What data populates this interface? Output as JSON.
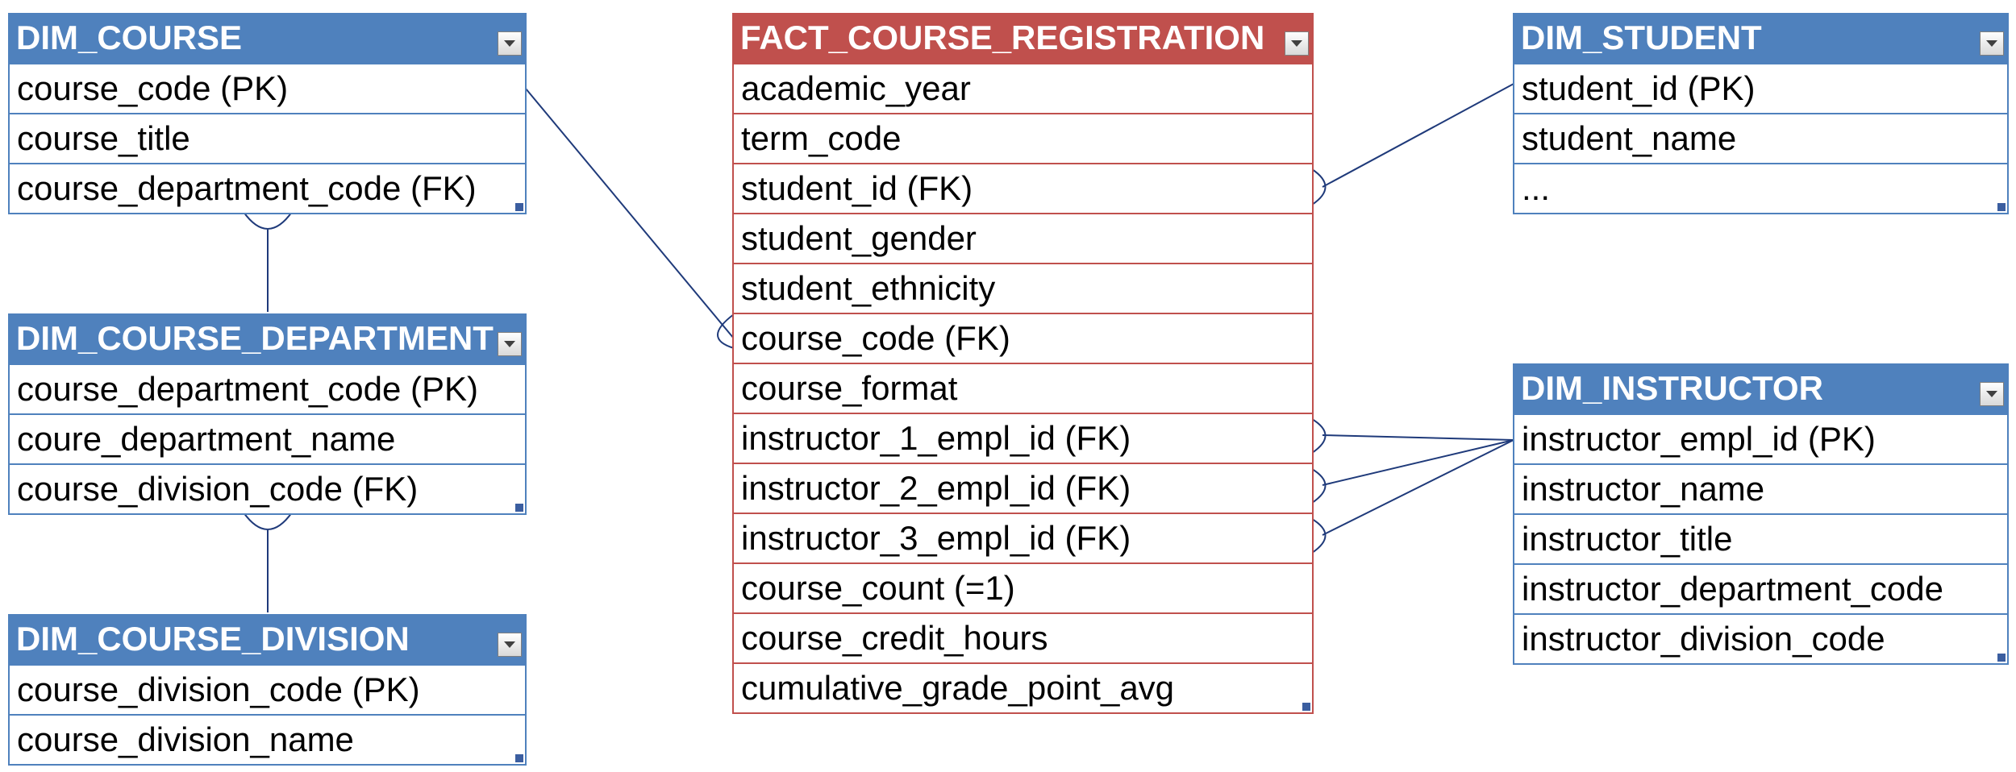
{
  "tables": {
    "dim_course": {
      "title": "DIM_COURSE",
      "rows": [
        "course_code (PK)",
        "course_title",
        "course_department_code (FK)"
      ]
    },
    "fact_course_registration": {
      "title": "FACT_COURSE_REGISTRATION",
      "rows": [
        "academic_year",
        "term_code",
        "student_id (FK)",
        "student_gender",
        "student_ethnicity",
        "course_code (FK)",
        "course_format",
        "instructor_1_empl_id (FK)",
        "instructor_2_empl_id (FK)",
        "instructor_3_empl_id (FK)",
        "course_count (=1)",
        "course_credit_hours",
        "cumulative_grade_point_avg"
      ]
    },
    "dim_student": {
      "title": "DIM_STUDENT",
      "rows": [
        "student_id (PK)",
        "student_name",
        "..."
      ]
    },
    "dim_course_department": {
      "title": "DIM_COURSE_DEPARTMENT",
      "rows": [
        "course_department_code (PK)",
        "coure_department_name",
        "course_division_code (FK)"
      ]
    },
    "dim_instructor": {
      "title": "DIM_INSTRUCTOR",
      "rows": [
        "instructor_empl_id (PK)",
        "instructor_name",
        "instructor_title",
        "instructor_department_code",
        "instructor_division_code"
      ]
    },
    "dim_course_division": {
      "title": "DIM_COURSE_DIVISION",
      "rows": [
        "course_division_code (PK)",
        "course_division_name"
      ]
    }
  },
  "colors": {
    "dim_header": "#4f81bd",
    "fact_header": "#c0504d",
    "connector": "#1f3a7a"
  }
}
